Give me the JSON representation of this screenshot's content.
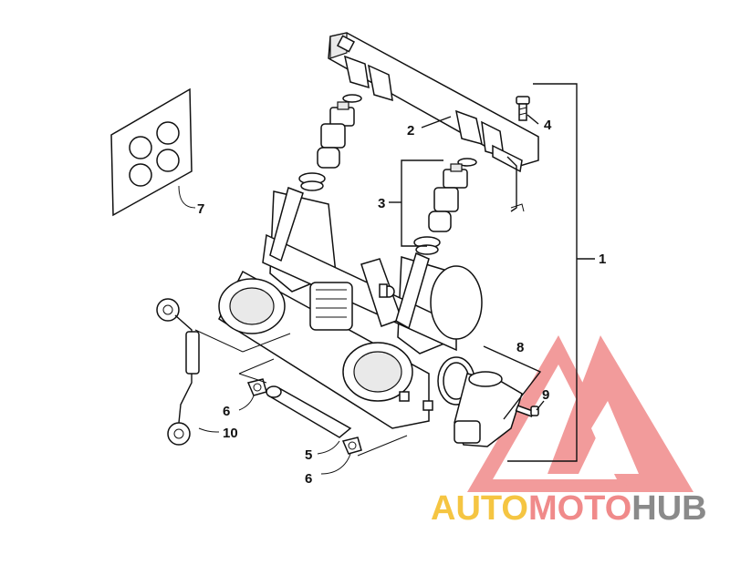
{
  "callouts": {
    "c1": "1",
    "c2": "2",
    "c3": "3",
    "c4": "4",
    "c5": "5",
    "c6a": "6",
    "c6b": "6",
    "c7": "7",
    "c8": "8",
    "c9": "9",
    "c10": "10"
  },
  "watermark": {
    "auto": "AUTO",
    "moto": "MOTO",
    "hub": "HUB",
    "logo_color": "#f08a8a",
    "auto_color": "#f5c542",
    "hub_color": "#8a8a8a"
  }
}
